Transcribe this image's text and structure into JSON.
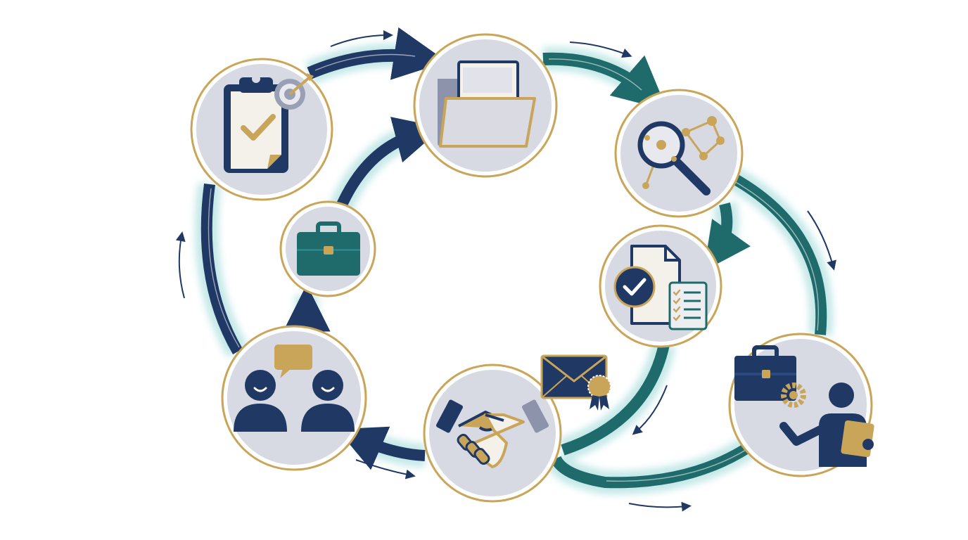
{
  "palette": {
    "navy": "#1f3864",
    "teal": "#1f6b6b",
    "gold": "#c9a55a",
    "node_fill": "#d7d9e3",
    "node_ring": "#c9a55a",
    "glow": "#cfecec",
    "white": "#ffffff"
  },
  "nodes": [
    {
      "id": "n1",
      "icon": "clipboard-target-icon",
      "label": "",
      "interactive": false
    },
    {
      "id": "n2",
      "icon": "folder-document-icon",
      "label": "",
      "interactive": false
    },
    {
      "id": "n3",
      "icon": "magnifier-network-icon",
      "label": "",
      "interactive": false
    },
    {
      "id": "n4",
      "icon": "document-checklist-icon",
      "label": "",
      "interactive": false
    },
    {
      "id": "n5",
      "icon": "employee-briefcase-gear-icon",
      "label": "",
      "interactive": false
    },
    {
      "id": "n6",
      "icon": "handshake-icon",
      "label": "",
      "interactive": false
    },
    {
      "id": "n7",
      "icon": "two-people-chat-icon",
      "label": "",
      "interactive": false
    },
    {
      "id": "n8",
      "icon": "briefcase-icon",
      "label": "",
      "interactive": false
    }
  ],
  "extra_icons": [
    "envelope-seal-icon"
  ],
  "flows": [
    {
      "from": "n1",
      "to": "n2",
      "color": "navy"
    },
    {
      "from": "n2",
      "to": "n3",
      "color": "teal"
    },
    {
      "from": "n3",
      "to": "n4",
      "color": "teal"
    },
    {
      "from": "n3",
      "to": "n5",
      "color": "teal"
    },
    {
      "from": "n4",
      "to": "n6",
      "color": "teal"
    },
    {
      "from": "n5",
      "to": "n6",
      "color": "teal"
    },
    {
      "from": "n6",
      "to": "n7",
      "color": "navy"
    },
    {
      "from": "n7",
      "to": "n1",
      "color": "navy"
    },
    {
      "from": "n7",
      "to": "n8",
      "color": "navy"
    },
    {
      "from": "n8",
      "to": "n2",
      "color": "navy"
    }
  ]
}
